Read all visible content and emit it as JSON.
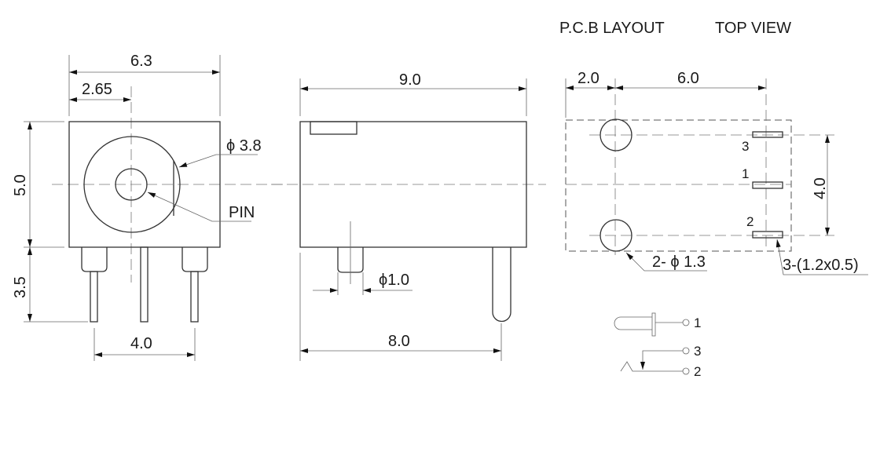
{
  "title": {
    "pcb_layout": "P.C.B LAYOUT",
    "top_view": "TOP VIEW"
  },
  "front_view": {
    "width": "6.3",
    "center_offset": "2.65",
    "height": "5.0",
    "pin_length": "3.5",
    "pin_pitch": "4.0",
    "hole_diameter": "ϕ 3.8",
    "pin_label": "PIN"
  },
  "side_view": {
    "length": "9.0",
    "pin_position": "8.0",
    "pin_diameter": "ϕ1.0"
  },
  "pcb": {
    "hole_offset": "2.0",
    "pad_span": "6.0",
    "pad_pitch": "4.0",
    "holes": "2- ϕ 1.3",
    "pads": "3-(1.2x0.5)",
    "pad_labels": [
      "3",
      "1",
      "2"
    ]
  },
  "schematic": {
    "terminals": [
      "1",
      "3",
      "2"
    ]
  }
}
